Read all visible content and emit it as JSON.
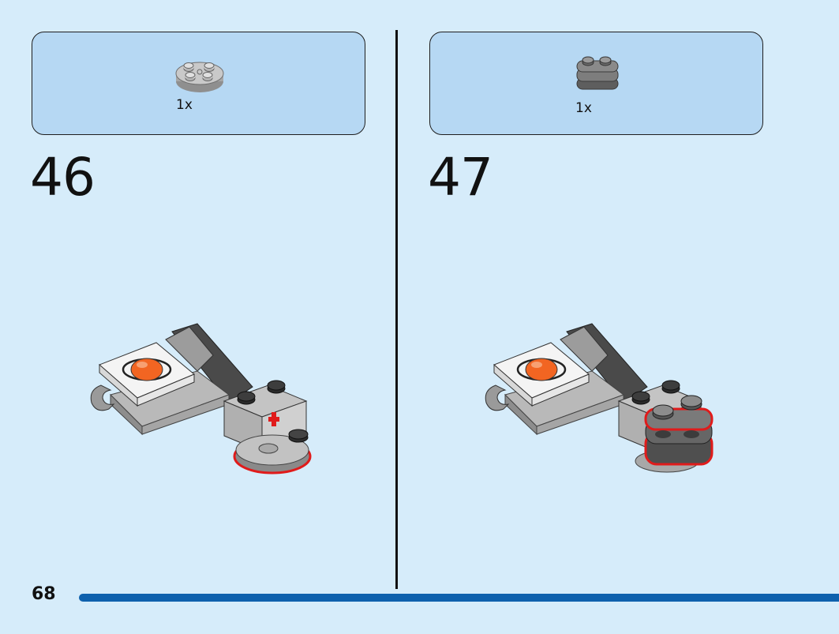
{
  "steps": [
    {
      "number": "46",
      "part_qty": "1x",
      "part_icon": "round-plate-2x2-light-gray-icon"
    },
    {
      "number": "47",
      "part_qty": "1x",
      "part_icon": "dark-gray-double-plate-rounded-icon"
    }
  ],
  "page": {
    "number": "68"
  },
  "colors": {
    "background": "#d6ecfa",
    "parts_box": "#b6d8f3",
    "page_bar": "#0e61ad",
    "highlight": "#e01b1b"
  }
}
